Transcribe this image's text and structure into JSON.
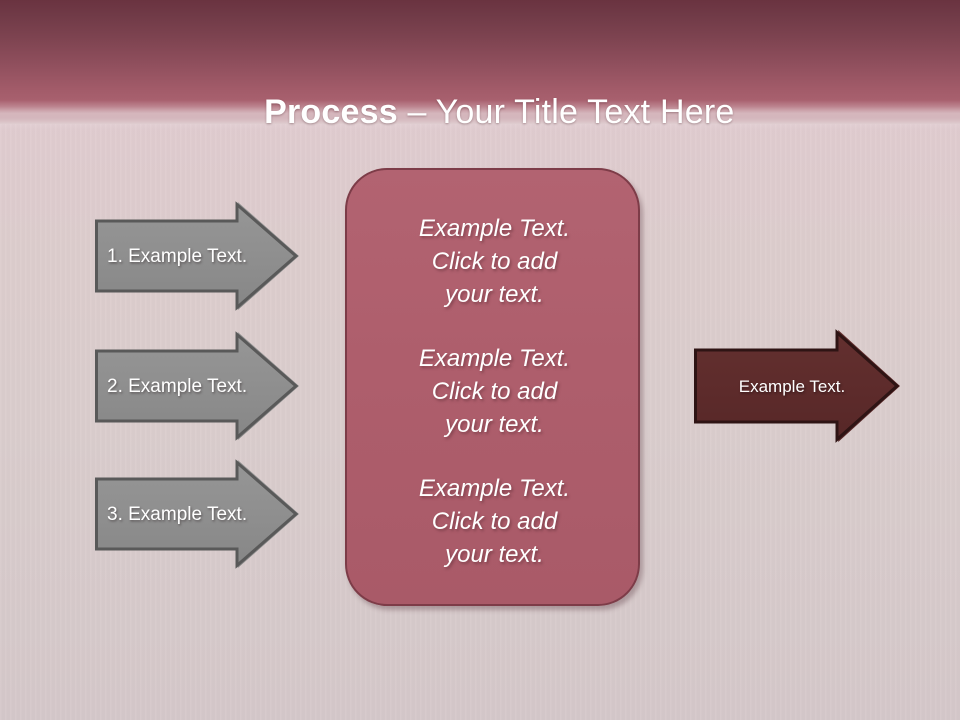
{
  "slide": {
    "title_bold": "Process",
    "title_rest": " – Your Title Text Here",
    "background_color": "#dacdcd",
    "header_top_color": "#6a3340",
    "header_bottom_color": "#ab6371"
  },
  "steps": [
    {
      "label": "1. Example Text.",
      "fill_color": "#8e8e8e",
      "border_color": "#595959",
      "text_color": "#ffffff"
    },
    {
      "label": "2. Example Text.",
      "fill_color": "#8e8e8e",
      "border_color": "#595959",
      "text_color": "#ffffff"
    },
    {
      "label": "3. Example Text.",
      "fill_color": "#8e8e8e",
      "border_color": "#595959",
      "text_color": "#ffffff"
    }
  ],
  "center_panel": {
    "fill_color": "#ae5e6c",
    "border_color": "#7d3c48",
    "text_color": "#ffffff",
    "blocks": [
      {
        "text": "Example Text.\nClick  to add\nyour text."
      },
      {
        "text": "Example Text.\nClick  to add\nyour text."
      },
      {
        "text": "Example Text.\nClick  to add\nyour text."
      }
    ]
  },
  "result_arrow": {
    "label": "Example Text.",
    "fill_color": "#5d2b2b",
    "border_color": "#2e1414",
    "text_color": "#ffffff"
  }
}
